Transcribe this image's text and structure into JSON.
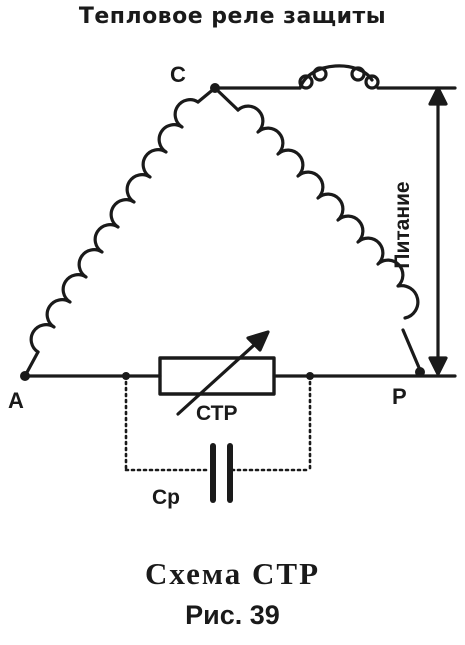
{
  "header": {
    "title": "Тепловое реле защиты"
  },
  "nodes": {
    "c": "C",
    "a": "A",
    "p": "P"
  },
  "components": {
    "ctp": "СТР",
    "cp": "Ср"
  },
  "supply": {
    "label": "Питание"
  },
  "caption": {
    "title": "Схема СТР",
    "figure": "Рис. 39"
  }
}
